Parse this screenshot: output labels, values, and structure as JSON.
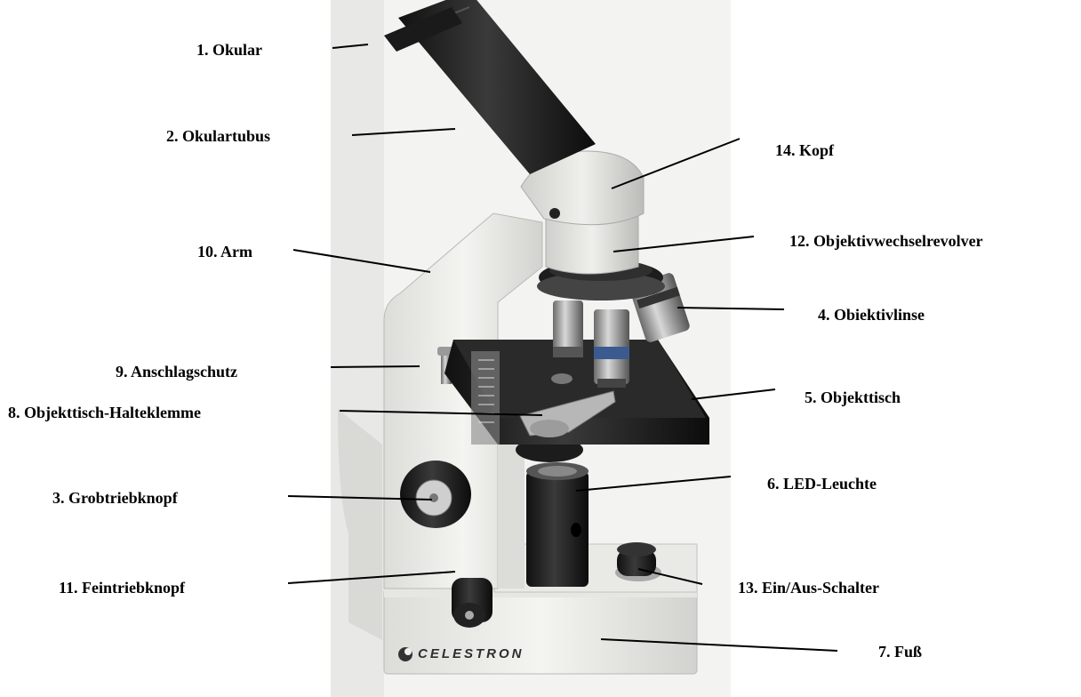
{
  "brand": {
    "logo_text": "CELESTRON"
  },
  "labels": {
    "okular": "1. Okular",
    "okulartubus": "2. Okulartubus",
    "grobtriebknopf": "3. Grobtriebknopf",
    "objektivlinse": "4. Obiektivlinse",
    "objekttisch": "5. Objekttisch",
    "led_leuchte": "6. LED-Leuchte",
    "fuss": "7. Fuß",
    "halteklemme": "8. Objekttisch-Halteklemme",
    "anschlagschutz": "9. Anschlagschutz",
    "arm": "10. Arm",
    "feintriebknopf": "11. Feintriebknopf",
    "revolver": "12. Objektivwechselrevolver",
    "ein_aus_schalter": "13. Ein/Aus-Schalter",
    "kopf": "14. Kopf"
  }
}
